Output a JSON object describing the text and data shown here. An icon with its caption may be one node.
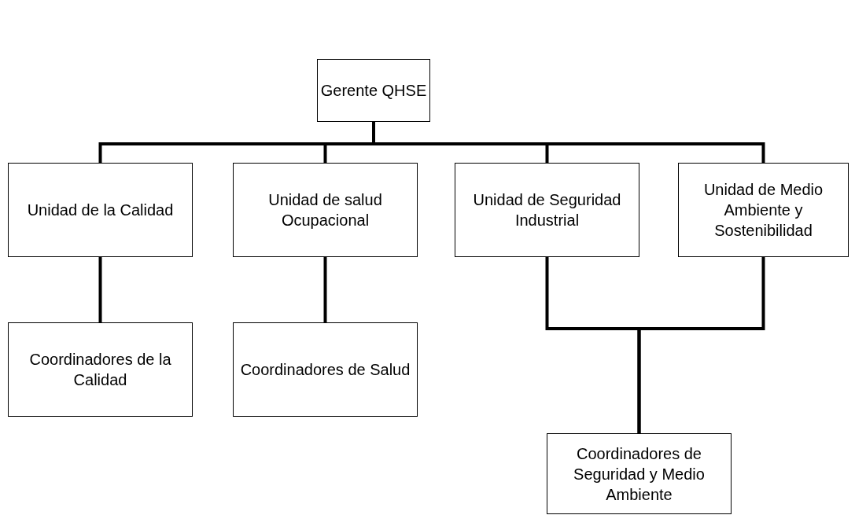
{
  "diagram": {
    "nodes": [
      {
        "text": [
          "Gerente QHSE"
        ]
      },
      {
        "text": [
          "Unidad de la Calidad"
        ]
      },
      {
        "text": [
          "Unidad de salud Ocupacional"
        ]
      },
      {
        "text": [
          "Unidad de Seguridad Industrial"
        ]
      },
      {
        "text": [
          "Unidad de Medio Ambiente  y Sostenibilidad"
        ]
      },
      {
        "text": [
          "Coordinadores de la Calidad"
        ]
      },
      {
        "text": [
          "Coordinadores de Salud"
        ]
      },
      {
        "text": [
          "Coordinadores de Seguridad y Medio Ambiente"
        ]
      }
    ],
    "edges": [
      {
        "from": 0,
        "to": 1,
        "arrow": "none"
      },
      {
        "from": 0,
        "to": 2,
        "arrow": "none"
      },
      {
        "from": 0,
        "to": 3,
        "arrow": "none"
      },
      {
        "from": 0,
        "to": 4,
        "arrow": "none"
      },
      {
        "from": 1,
        "to": 5,
        "arrow": "none"
      },
      {
        "from": 2,
        "to": 6,
        "arrow": "none"
      },
      {
        "from": 3,
        "to": 7,
        "arrow": "none"
      },
      {
        "from": 4,
        "to": 7,
        "arrow": "none"
      }
    ]
  }
}
